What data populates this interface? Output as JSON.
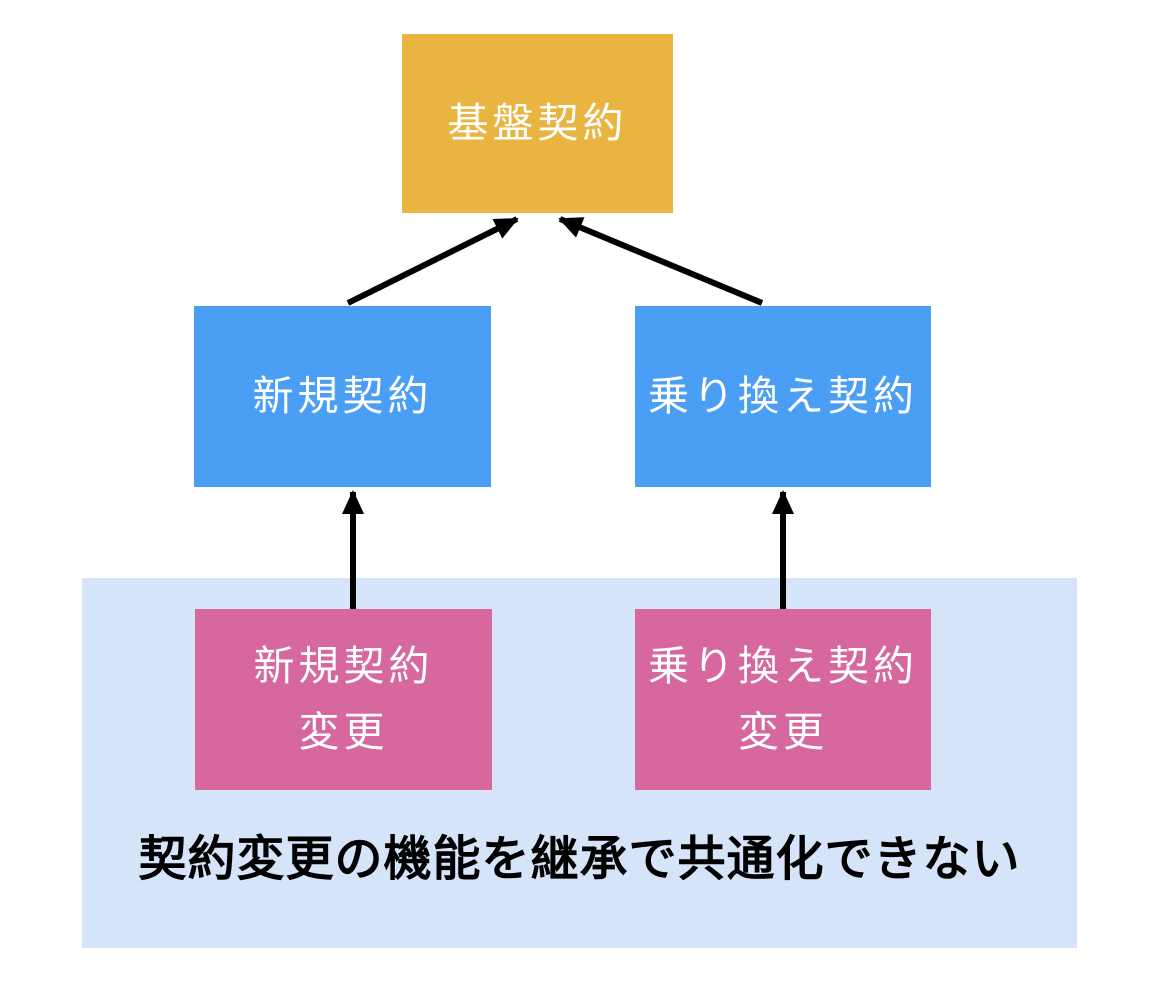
{
  "diagram": {
    "description": "inheritance-diagram",
    "nodes": {
      "base": {
        "label": "基盤契約",
        "color": "#E9B440",
        "text_color": "#ffffff"
      },
      "new": {
        "label": "新規契約",
        "color": "#4A9FF5",
        "text_color": "#ffffff"
      },
      "switch": {
        "label": "乗り換え契約",
        "color": "#4A9FF5",
        "text_color": "#ffffff"
      },
      "new_change": {
        "label": "新規契約\n変更",
        "color": "#D6679F",
        "text_color": "#ffffff"
      },
      "switch_change": {
        "label": "乗り換え契約\n変更",
        "color": "#D6679F",
        "text_color": "#ffffff"
      }
    },
    "highlight_panel": {
      "caption": "契約変更の機能を継承で共通化できない",
      "color": "#D6E4F9",
      "caption_color": "#000000"
    },
    "arrows": {
      "color": "#000000",
      "meaning": "inherits-from (child points to parent)"
    }
  }
}
